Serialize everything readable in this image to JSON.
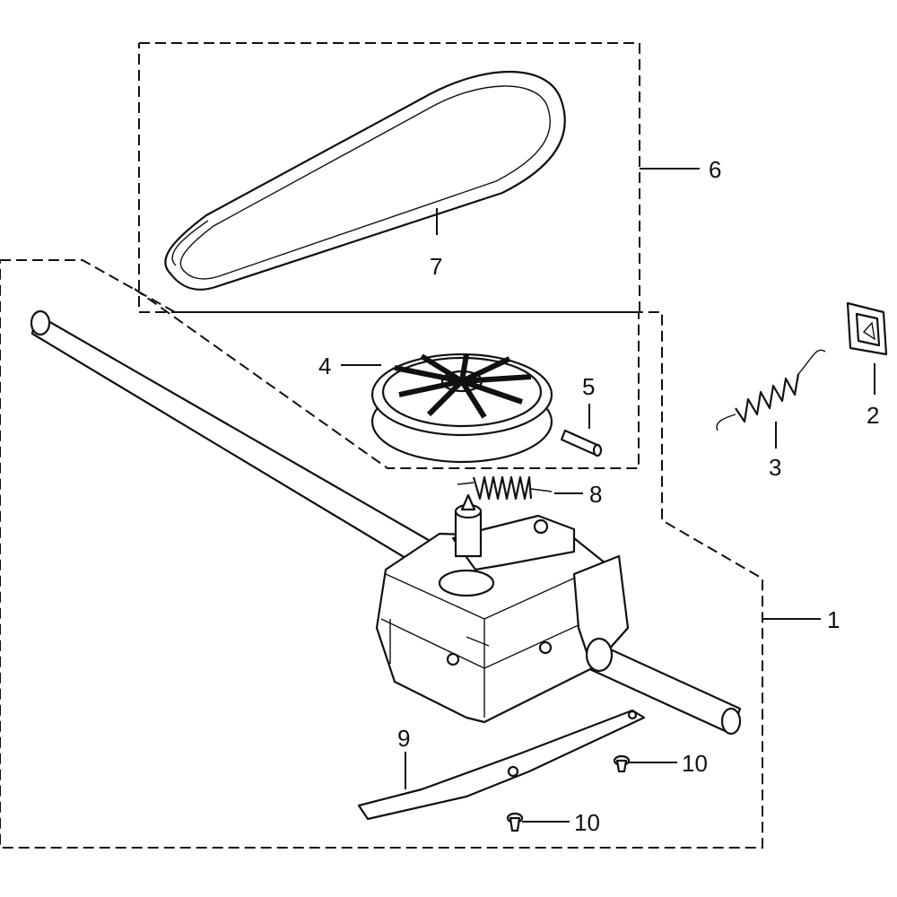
{
  "diagram": {
    "callouts": [
      {
        "id": "c1",
        "text": "1"
      },
      {
        "id": "c2",
        "text": "2"
      },
      {
        "id": "c3",
        "text": "3"
      },
      {
        "id": "c4",
        "text": "4"
      },
      {
        "id": "c5",
        "text": "5"
      },
      {
        "id": "c6",
        "text": "6"
      },
      {
        "id": "c7",
        "text": "7"
      },
      {
        "id": "c8",
        "text": "8"
      },
      {
        "id": "c9",
        "text": "9"
      },
      {
        "id": "c10a",
        "text": "10"
      },
      {
        "id": "c10b",
        "text": "10"
      }
    ],
    "line_color": "#111111",
    "background": "#ffffff"
  }
}
